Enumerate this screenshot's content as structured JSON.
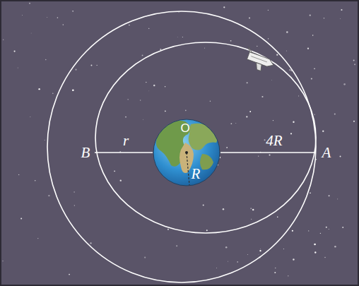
{
  "diagram": {
    "labels": [
      "B",
      "r",
      "O",
      "R",
      "4R",
      "A"
    ]
  }
}
